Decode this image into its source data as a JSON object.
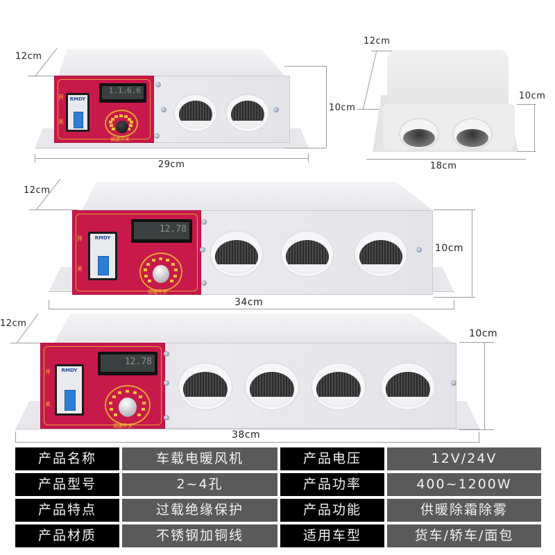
{
  "products": [
    {
      "id": "two-hole-model",
      "label": "2-hole heater",
      "dimensions": {
        "depth": "12cm",
        "width": "29cm"
      },
      "vent_count": 2,
      "panel": {
        "brand": "RMDY",
        "switch_label_top": "开",
        "switch_label_bottom": "关",
        "knob_label": "调速开关",
        "display": "1.1.6.6"
      }
    },
    {
      "id": "compact-white-model",
      "label": "Compact white heater",
      "dimensions": {
        "depth": "12cm",
        "height_left": "10cm",
        "height_right": "10cm",
        "width": "18cm"
      },
      "vent_count": 2
    },
    {
      "id": "three-hole-model",
      "label": "3-hole heater",
      "dimensions": {
        "depth": "12cm",
        "height": "10cm",
        "width": "34cm"
      },
      "vent_count": 3,
      "panel": {
        "brand": "RMDY",
        "switch_label_top": "开",
        "switch_label_bottom": "关",
        "knob_label": "调速开关",
        "display": "12.78"
      }
    },
    {
      "id": "four-hole-model",
      "label": "4-hole heater",
      "dimensions": {
        "depth": "12cm",
        "height": "10cm",
        "width": "38cm"
      },
      "vent_count": 4,
      "panel": {
        "brand": "RMDY",
        "switch_label_top": "开",
        "switch_label_bottom": "关",
        "knob_label": "调速开关",
        "display": "12.78"
      }
    }
  ],
  "specs": [
    {
      "left_key": "产品名称",
      "left_value": "车载电暖风机",
      "right_key": "产品电压",
      "right_value": "12V/24V"
    },
    {
      "left_key": "产品型号",
      "left_value": "2~4孔",
      "right_key": "产品功率",
      "right_value": "400~1200W"
    },
    {
      "left_key": "产品特点",
      "left_value": "过载绝缘保护",
      "right_key": "产品功能",
      "right_value": "供暖除霜除雾"
    },
    {
      "left_key": "产品材质",
      "left_value": "不锈钢加铜线",
      "right_key": "适用车型",
      "right_value": "货车/轿车/面包"
    }
  ],
  "colors": {
    "panel_red": "#c8194b",
    "key_cell": "#000000",
    "value_cell": "#5a5a5a",
    "dial_accent": "#e3a22e",
    "breaker_switch": "#2d7fd6"
  }
}
